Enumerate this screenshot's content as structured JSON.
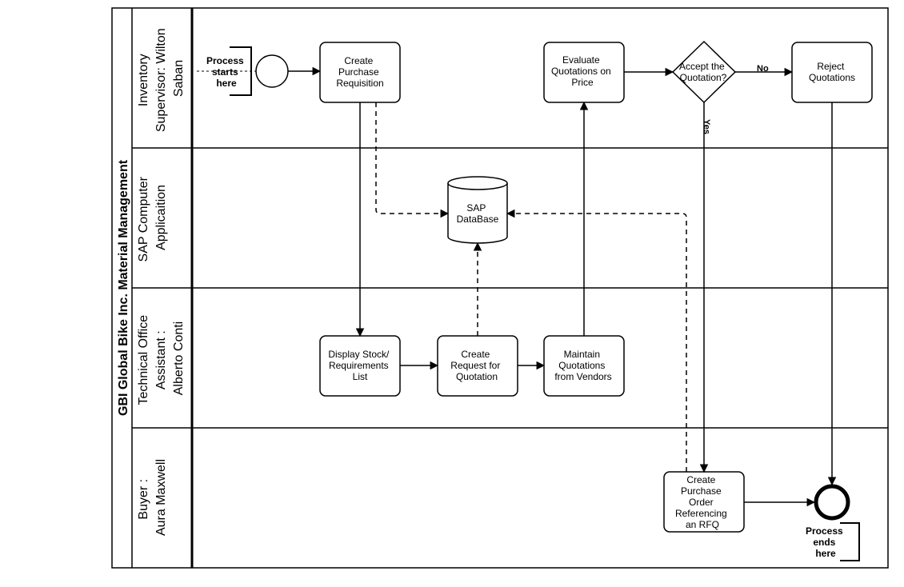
{
  "pool": {
    "title": "GBI Global Bike Inc. Material Management"
  },
  "lanes": [
    {
      "id": "inventory",
      "label_lines": [
        "Inventory",
        "Supervisor: Wilton",
        "Saban"
      ]
    },
    {
      "id": "sap",
      "label_lines": [
        "SAP Computer",
        "Applicaition"
      ]
    },
    {
      "id": "technical",
      "label_lines": [
        "Technical Office",
        "Assistant :",
        "Alberto Conti"
      ]
    },
    {
      "id": "buyer",
      "label_lines": [
        "Buyer :",
        "Aura Maxwell"
      ]
    }
  ],
  "annotations": {
    "start_note": [
      "Process",
      "starts",
      "here"
    ],
    "end_note": [
      "Process",
      "ends",
      "here"
    ]
  },
  "events": {
    "start": "start-event",
    "end": "end-event"
  },
  "tasks": {
    "create_pr": [
      "Create",
      "Purchase",
      "Requisition"
    ],
    "evaluate": [
      "Evaluate",
      "Quotations on",
      "Price"
    ],
    "reject": [
      "Reject",
      "Quotations"
    ],
    "display_stock": [
      "Display Stock/",
      "Requirements",
      "List"
    ],
    "create_rfq": [
      "Create",
      "Request for",
      "Quotation"
    ],
    "maintain": [
      "Maintain",
      "Quotations",
      "from Vendors"
    ],
    "create_po": [
      "Create",
      "Purchase",
      "Order",
      "Referencing",
      "an RFQ"
    ]
  },
  "gateway": {
    "accept": [
      "Accept the",
      "Quotation?"
    ],
    "no_label": "No",
    "yes_label": "Yes"
  },
  "datastore": {
    "sap_db": [
      "SAP",
      "DataBase"
    ]
  }
}
